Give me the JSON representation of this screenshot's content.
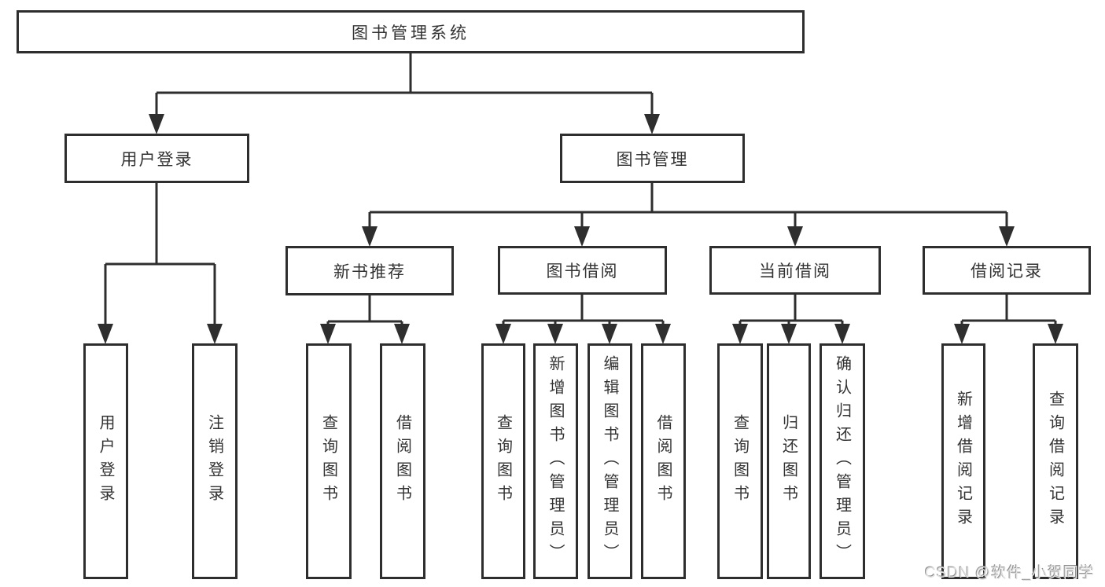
{
  "page": {
    "background": "#ffffff"
  },
  "colors": {
    "line": "#2e2e2e",
    "box_border": "#2e2e2e",
    "text": "#333333",
    "watermark_text": "#e0e0e0"
  },
  "watermark": "CSDN @软件_小贺同学",
  "diagram": {
    "type": "hierarchy-tree",
    "nodes": {
      "root": "图书管理系统",
      "user_login": "用户登录",
      "book_mgmt": "图书管理",
      "login": "用户登录",
      "logout": "注销登录",
      "new_books": "新书推荐",
      "book_borrow": "图书借阅",
      "current_borrow": "当前借阅",
      "borrow_records": "借阅记录",
      "nb_query": "查询图书",
      "nb_borrow": "借阅图书",
      "bb_query": "查询图书",
      "bb_add": "新增图书（管理员）",
      "bb_edit": "编辑图书（管理员）",
      "bb_borrow": "借阅图书",
      "cb_query": "查询图书",
      "cb_return": "归还图书",
      "cb_confirm": "确认归还（管理员）",
      "rc_add": "新增借阅记录",
      "rc_query": "查询借阅记录"
    },
    "structure": {
      "图书管理系统": {
        "用户登录": [
          "用户登录",
          "注销登录"
        ],
        "图书管理": {
          "新书推荐": [
            "查询图书",
            "借阅图书"
          ],
          "图书借阅": [
            "查询图书",
            "新增图书（管理员）",
            "编辑图书（管理员）",
            "借阅图书"
          ],
          "当前借阅": [
            "查询图书",
            "归还图书",
            "确认归还（管理员）"
          ],
          "借阅记录": [
            "新增借阅记录",
            "查询借阅记录"
          ]
        }
      }
    }
  }
}
